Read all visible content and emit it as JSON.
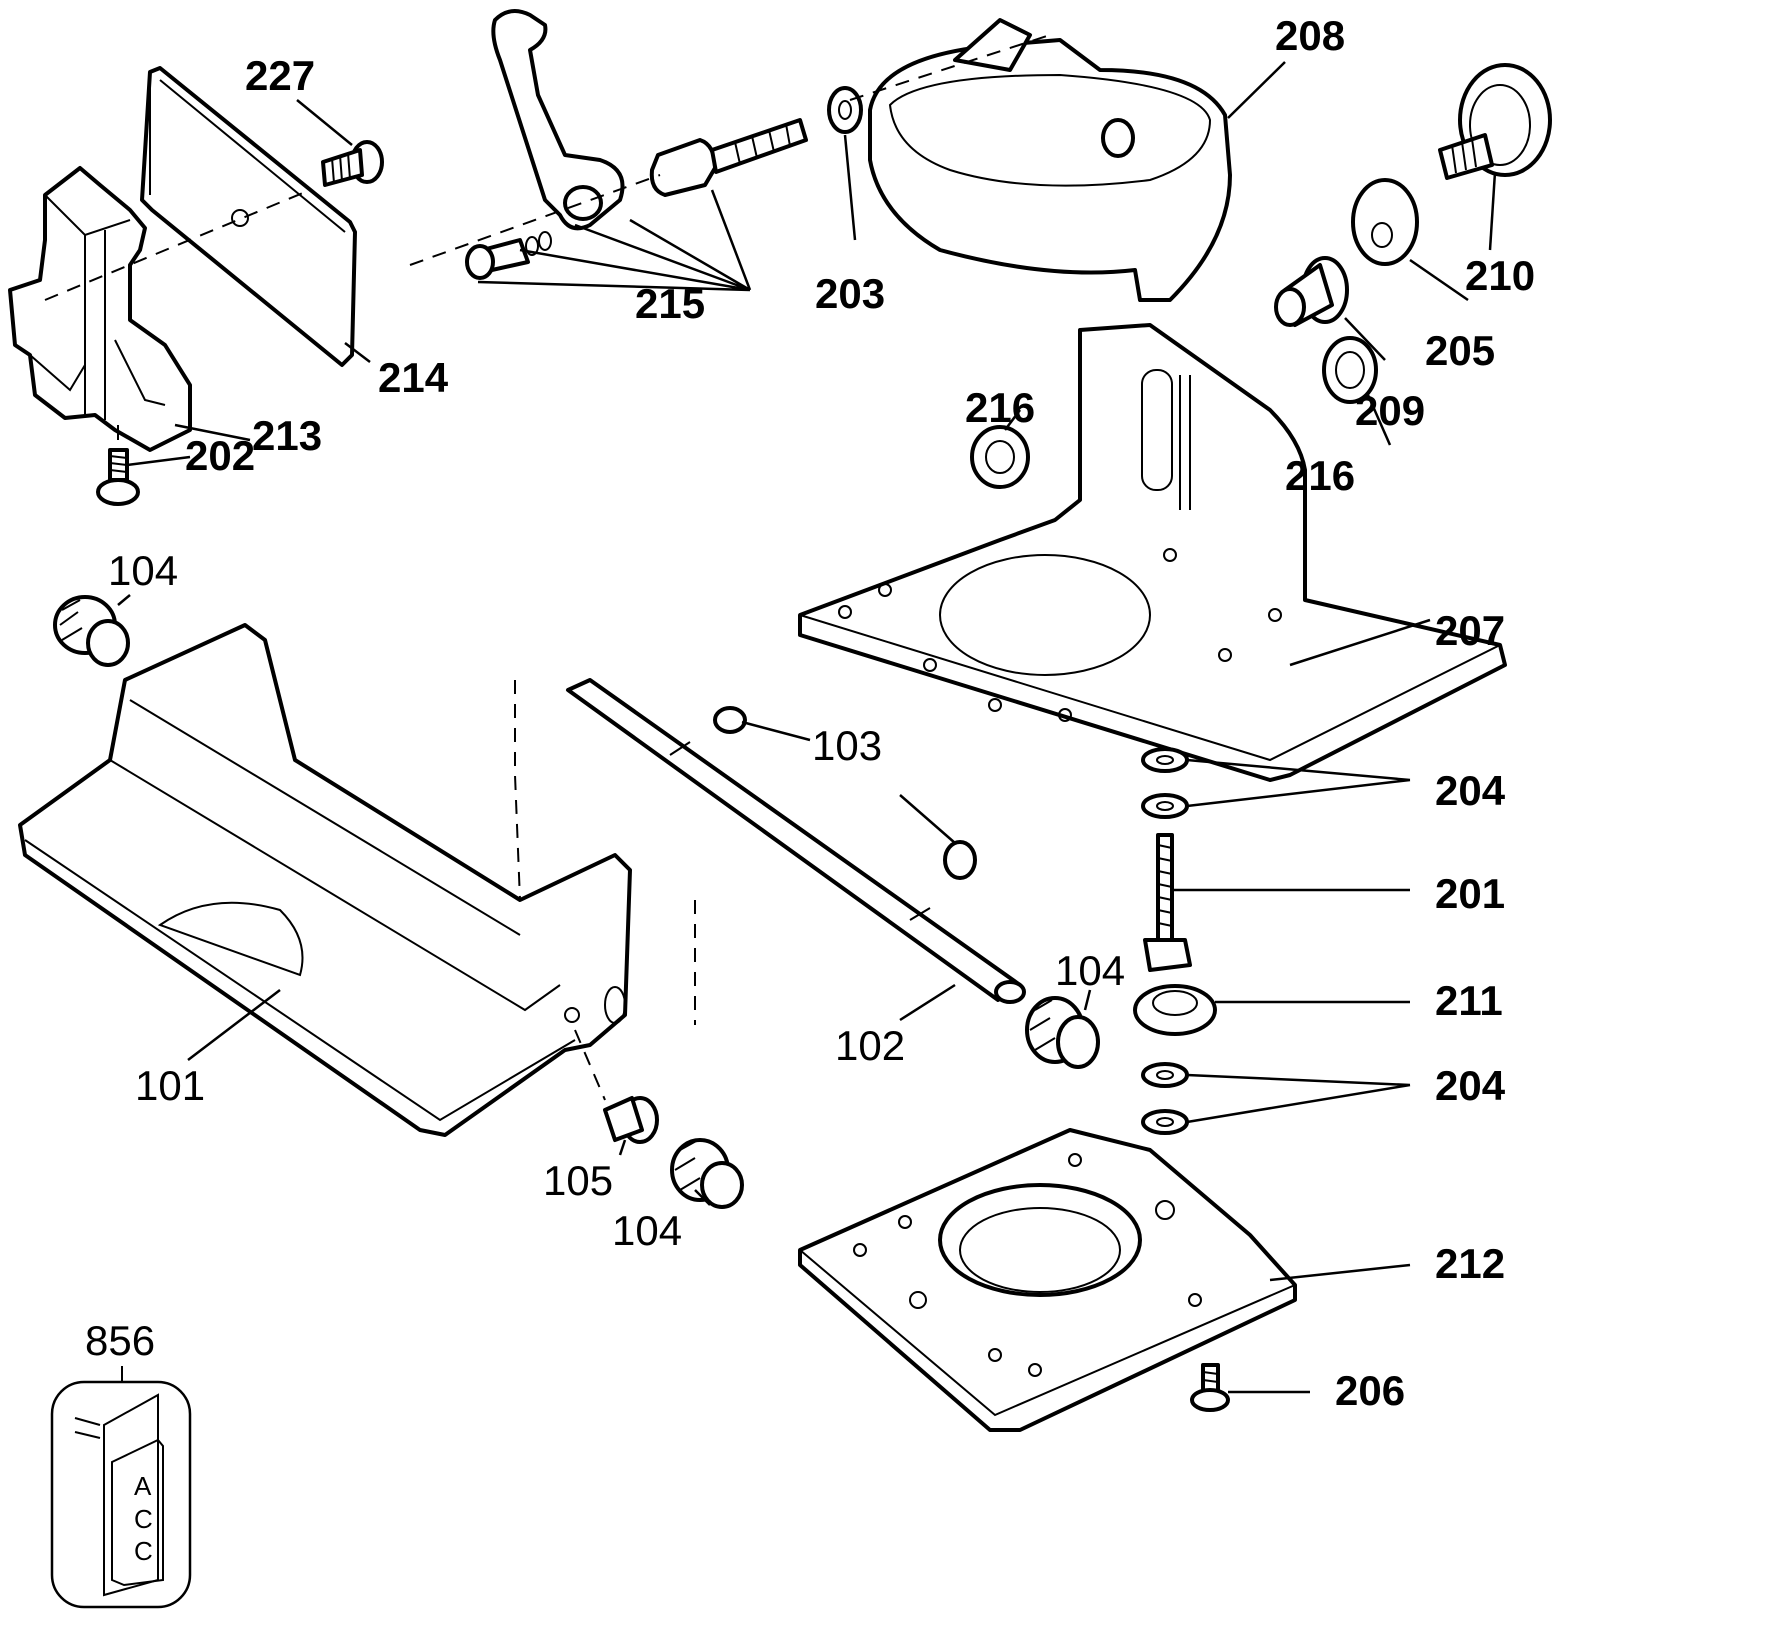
{
  "diagram": {
    "type": "exploded-parts-diagram",
    "parts": [
      {
        "id": "227",
        "name": "screw"
      },
      {
        "id": "214",
        "name": "clear-guard-plate"
      },
      {
        "id": "213",
        "name": "guide-bracket"
      },
      {
        "id": "202",
        "name": "screw"
      },
      {
        "id": "215",
        "name": "clamp-lever-assembly"
      },
      {
        "id": "203",
        "name": "washer"
      },
      {
        "id": "208",
        "name": "motor-housing-ring"
      },
      {
        "id": "210",
        "name": "adjustment-knob"
      },
      {
        "id": "205",
        "name": "washer"
      },
      {
        "id": "209",
        "name": "bushing"
      },
      {
        "id": "216",
        "name": "washer"
      },
      {
        "id": "216b",
        "name": "washer"
      },
      {
        "id": "207",
        "name": "offset-base"
      },
      {
        "id": "204",
        "name": "washers"
      },
      {
        "id": "201",
        "name": "threaded-rod"
      },
      {
        "id": "211",
        "name": "knurled-nut"
      },
      {
        "id": "212",
        "name": "sub-base"
      },
      {
        "id": "206",
        "name": "screw"
      },
      {
        "id": "104",
        "name": "knurled-knob"
      },
      {
        "id": "101",
        "name": "edge-guide-base"
      },
      {
        "id": "103",
        "name": "retaining-ring"
      },
      {
        "id": "102",
        "name": "guide-rod"
      },
      {
        "id": "105",
        "name": "set-screw"
      },
      {
        "id": "856",
        "name": "accessory-label"
      }
    ],
    "labels": {
      "l227": "227",
      "l214": "214",
      "l213": "213",
      "l202": "202",
      "l215": "215",
      "l203": "203",
      "l208": "208",
      "l210": "210",
      "l205": "205",
      "l209": "209",
      "l216a": "216",
      "l216b": "216",
      "l207": "207",
      "l204a": "204",
      "l201": "201",
      "l211": "211",
      "l204b": "204",
      "l212": "212",
      "l206": "206",
      "l104a": "104",
      "l104b": "104",
      "l104c": "104",
      "l103": "103",
      "l102": "102",
      "l101": "101",
      "l105": "105",
      "l856": "856"
    },
    "acc_letters": [
      "A",
      "C",
      "C"
    ]
  }
}
